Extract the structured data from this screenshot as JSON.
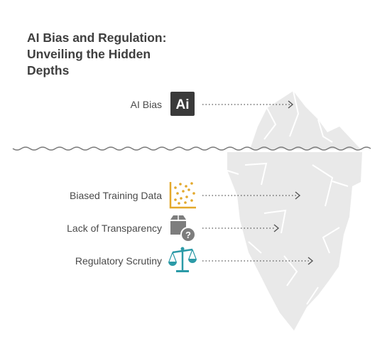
{
  "title": {
    "line1": "AI Bias and Regulation:",
    "line2": "Unveiling the Hidden",
    "line3": "Depths"
  },
  "above": {
    "label": "AI Bias",
    "icon": "ai-logo-icon",
    "icon_text": "Ai"
  },
  "below": [
    {
      "label": "Biased Training Data",
      "icon": "scatter-chart-icon"
    },
    {
      "label": "Lack of Transparency",
      "icon": "unknown-box-icon"
    },
    {
      "label": "Regulatory Scrutiny",
      "icon": "scales-icon"
    }
  ],
  "colors": {
    "iceberg": "#e9e9e9",
    "iceberg_edge": "#ffffff",
    "water_line": "#7a7a7a",
    "ai_icon_bg": "#3a3a3a",
    "chart_icon": "#e3a82b",
    "box_icon": "#7d7d7d",
    "scales_icon": "#2b9aa7",
    "text": "#4a4a4a"
  }
}
